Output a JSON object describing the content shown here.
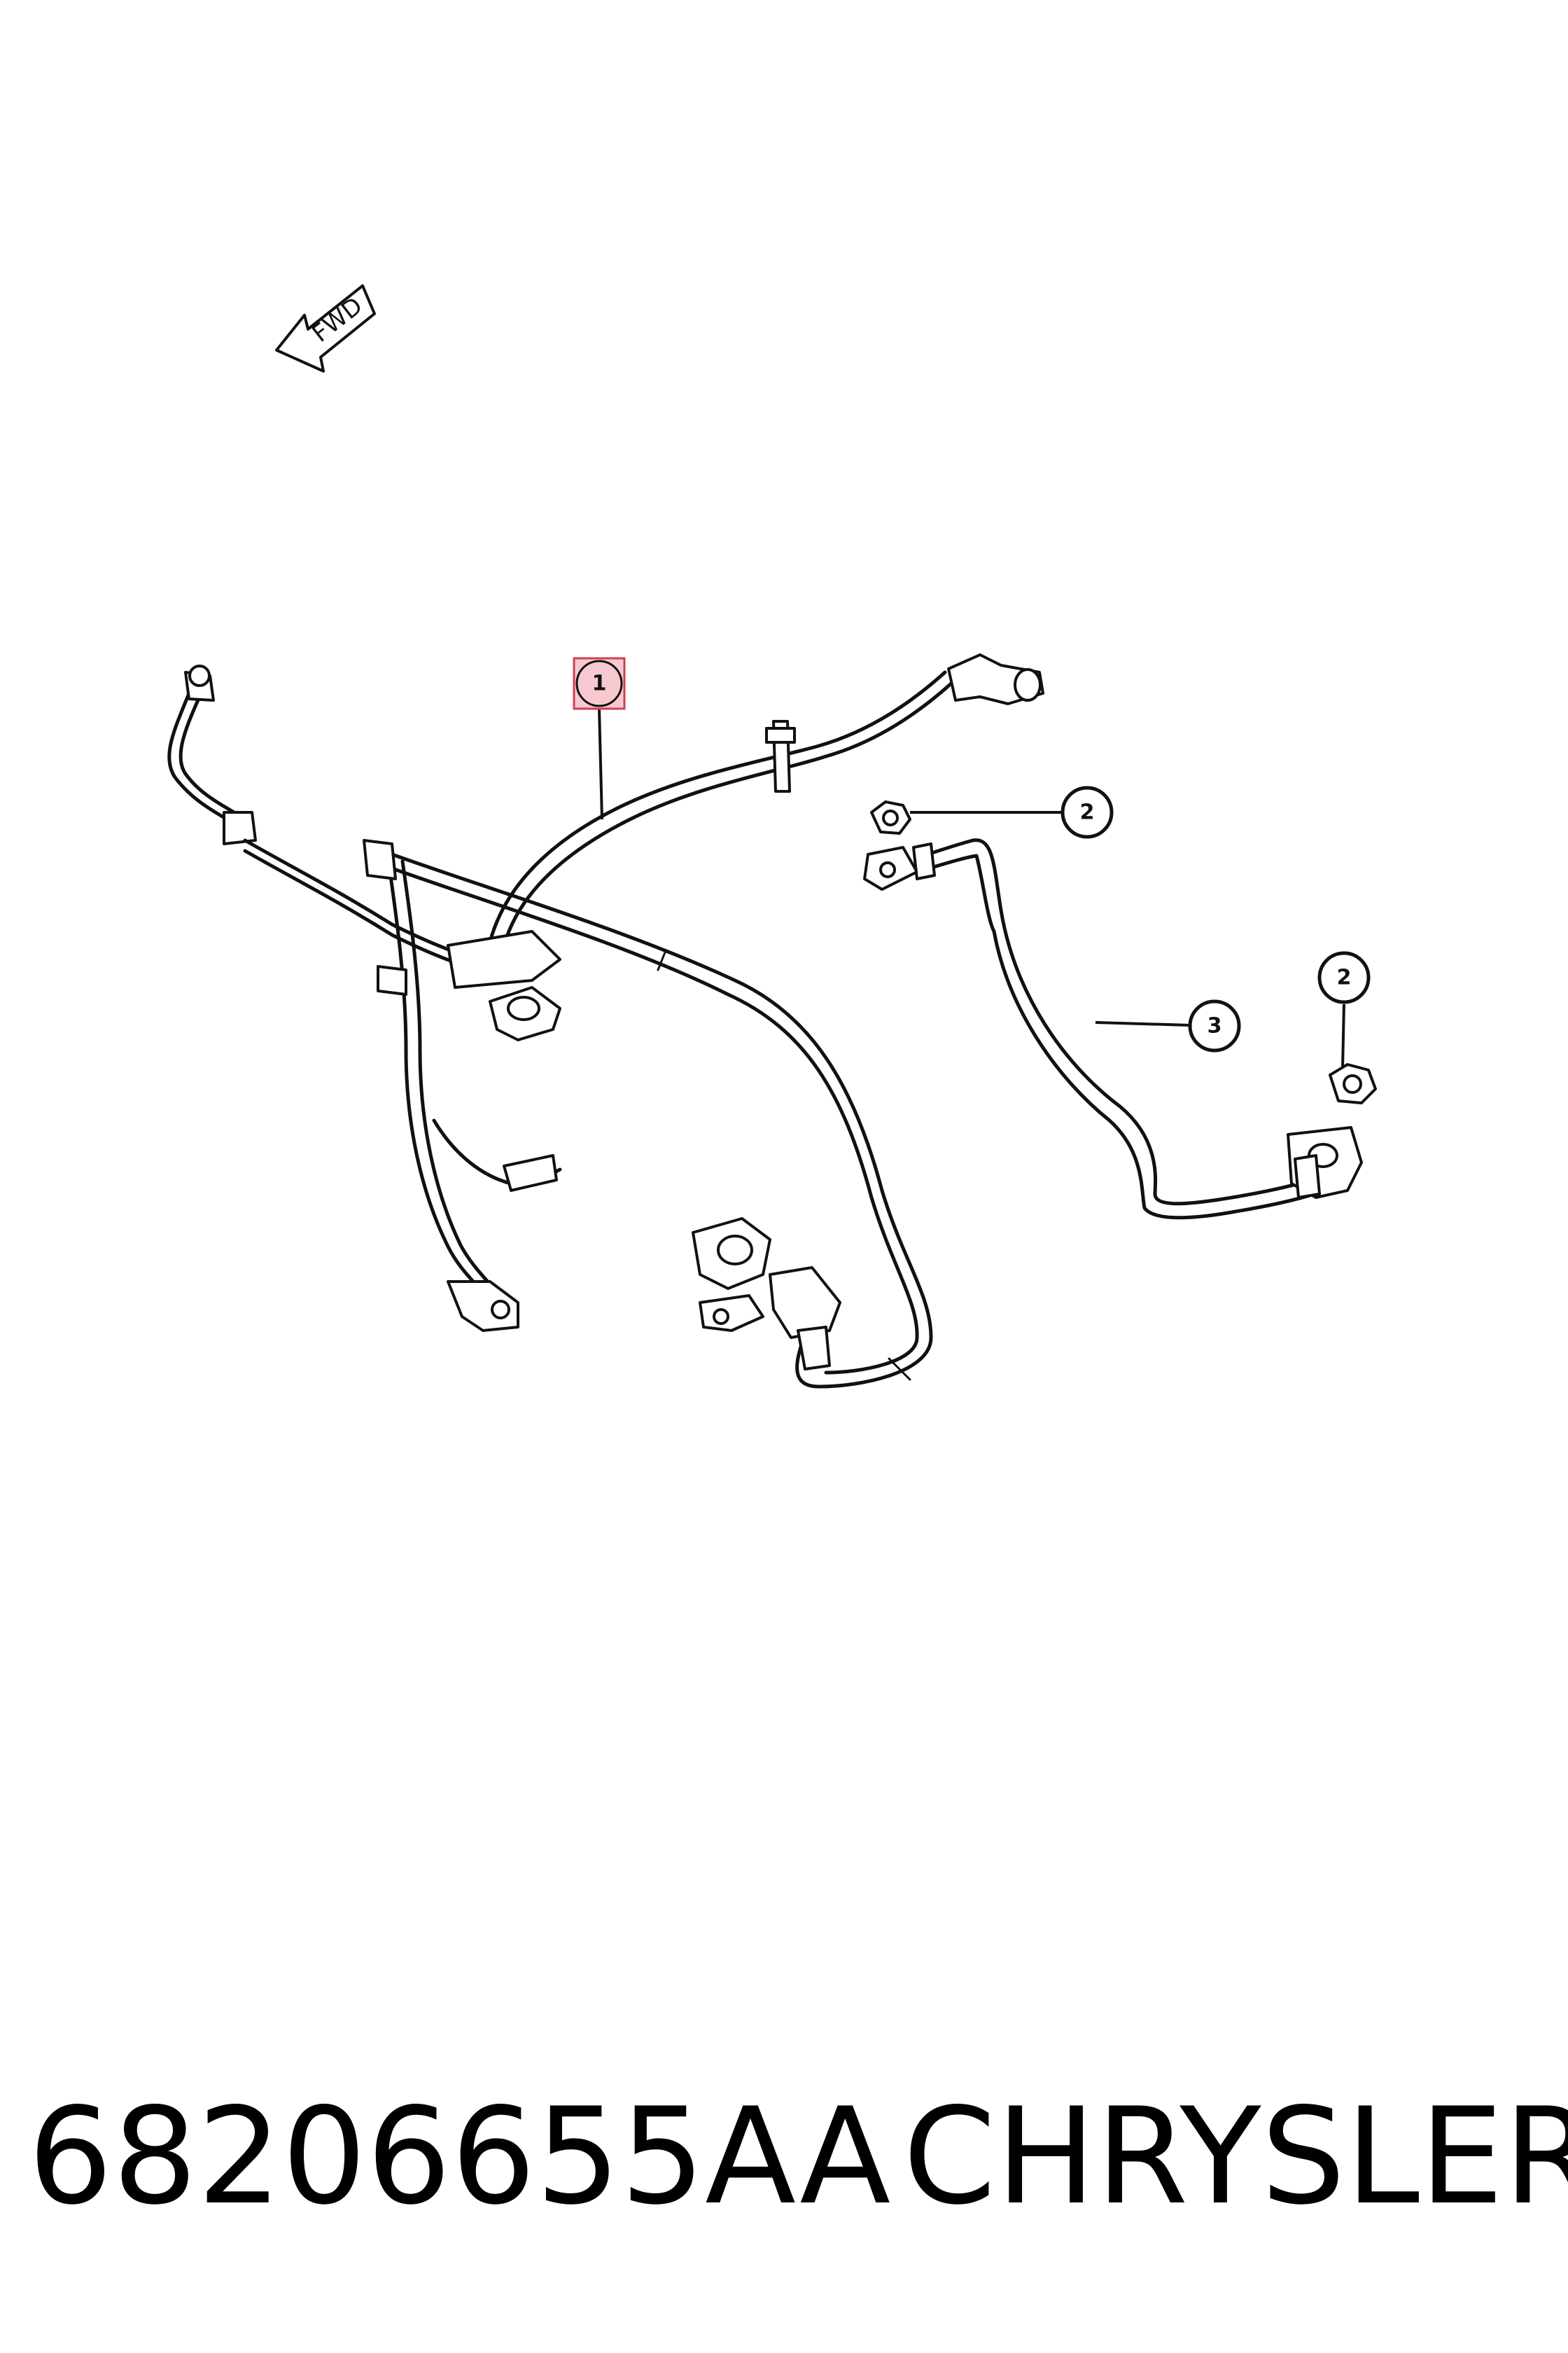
{
  "diagram": {
    "direction_label": "FWD",
    "callouts": [
      {
        "id": "callout-1",
        "label": "1",
        "highlighted": true
      },
      {
        "id": "callout-2a",
        "label": "2",
        "highlighted": false
      },
      {
        "id": "callout-2b",
        "label": "2",
        "highlighted": false
      },
      {
        "id": "callout-3",
        "label": "3",
        "highlighted": false
      }
    ]
  },
  "footer": {
    "part_number": "68206655AA",
    "brand": "CHRYSLER"
  },
  "colors": {
    "line": "#111111",
    "highlight_fill": "#f8c8d0",
    "highlight_stroke": "#d04050"
  }
}
